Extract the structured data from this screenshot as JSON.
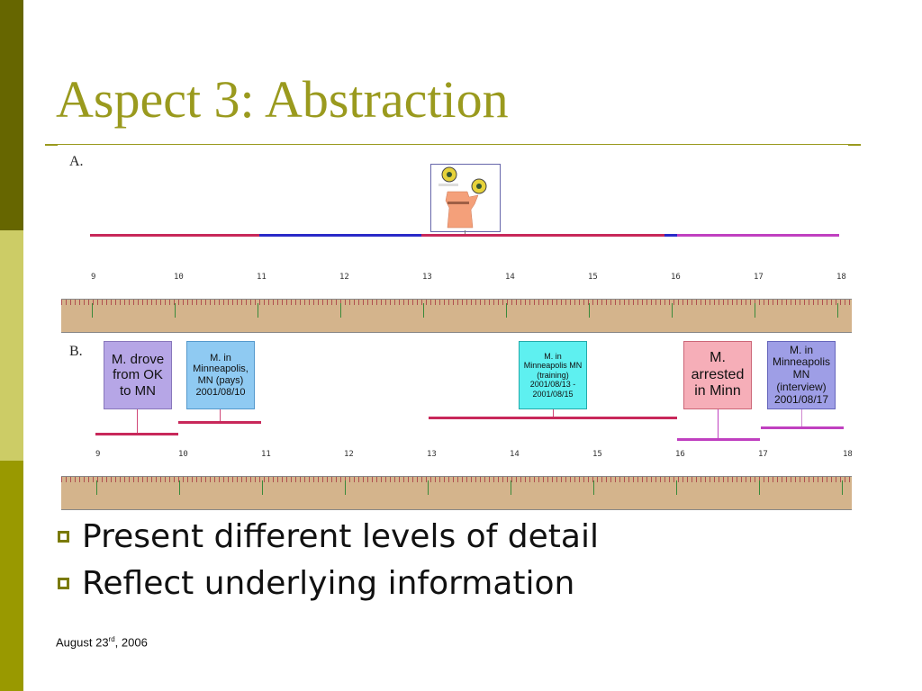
{
  "slide": {
    "title": "Aspect 3: Abstraction",
    "footer": {
      "date_prefix": "August 23",
      "date_suffix": "rd",
      "date_rest": ", 2006"
    },
    "bullets": [
      "Present different levels of detail",
      "Reflect underlying information"
    ]
  },
  "panel_a": {
    "label": "A.",
    "ticks": [
      "9",
      "10",
      "11",
      "12",
      "13",
      "14",
      "15",
      "16",
      "17",
      "18"
    ],
    "map_icon": "minnesota-map-icon"
  },
  "panel_b": {
    "label": "B.",
    "ticks": [
      "9",
      "10",
      "11",
      "12",
      "13",
      "14",
      "15",
      "16",
      "17",
      "18"
    ],
    "events": [
      {
        "text": "M. drove from OK to MN",
        "color": "#b6a6e6"
      },
      {
        "text": "M. in Minneapolis, MN (pays) 2001/08/10",
        "color": "#8fcaf2"
      },
      {
        "text": "M. in Minneapolis MN (training) 2001/08/13 - 2001/08/15",
        "color": "#5ef0f0"
      },
      {
        "text": "M. arrested in Minn",
        "color": "#f6aeb8"
      },
      {
        "text": "M. in Minneapolis MN (interview) 2001/08/17",
        "color": "#9e9ee6"
      }
    ]
  },
  "colors": {
    "accent": "#9a9a1e",
    "ruler": "#d4b48c",
    "bar_red": "#c8285a",
    "bar_blue": "#2a2ac8",
    "bar_magenta": "#c040c0"
  }
}
